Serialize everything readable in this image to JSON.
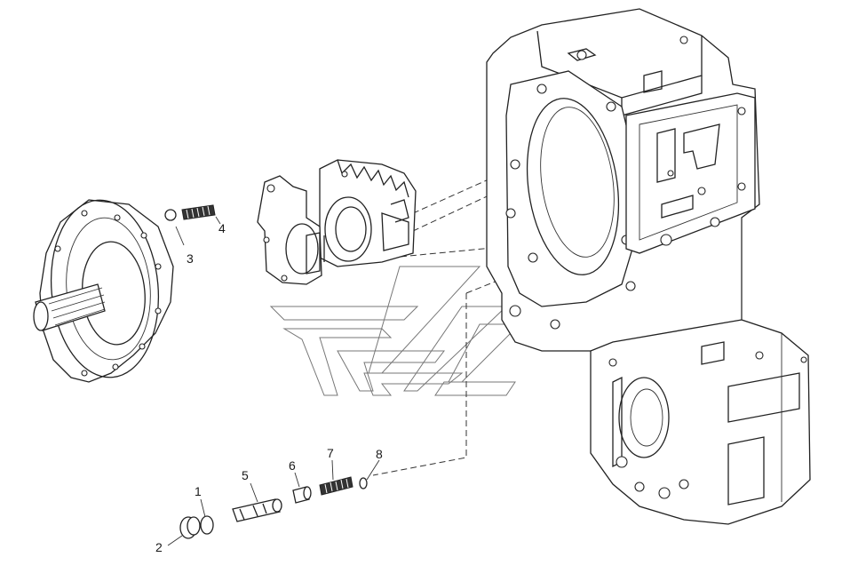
{
  "callouts": [
    {
      "id": "1",
      "label": "1"
    },
    {
      "id": "2",
      "label": "2"
    },
    {
      "id": "3",
      "label": "3"
    },
    {
      "id": "4",
      "label": "4"
    },
    {
      "id": "5",
      "label": "5"
    },
    {
      "id": "6",
      "label": "6"
    },
    {
      "id": "7",
      "label": "7"
    },
    {
      "id": "8",
      "label": "8"
    }
  ],
  "colors": {
    "line": "#222222",
    "background": "#ffffff"
  },
  "parts": [
    {
      "name": "pump-flange-assembly"
    },
    {
      "name": "pump-gear-housing"
    },
    {
      "name": "pump-gasket"
    },
    {
      "name": "transmission-housing"
    },
    {
      "name": "watermark-logo"
    }
  ]
}
